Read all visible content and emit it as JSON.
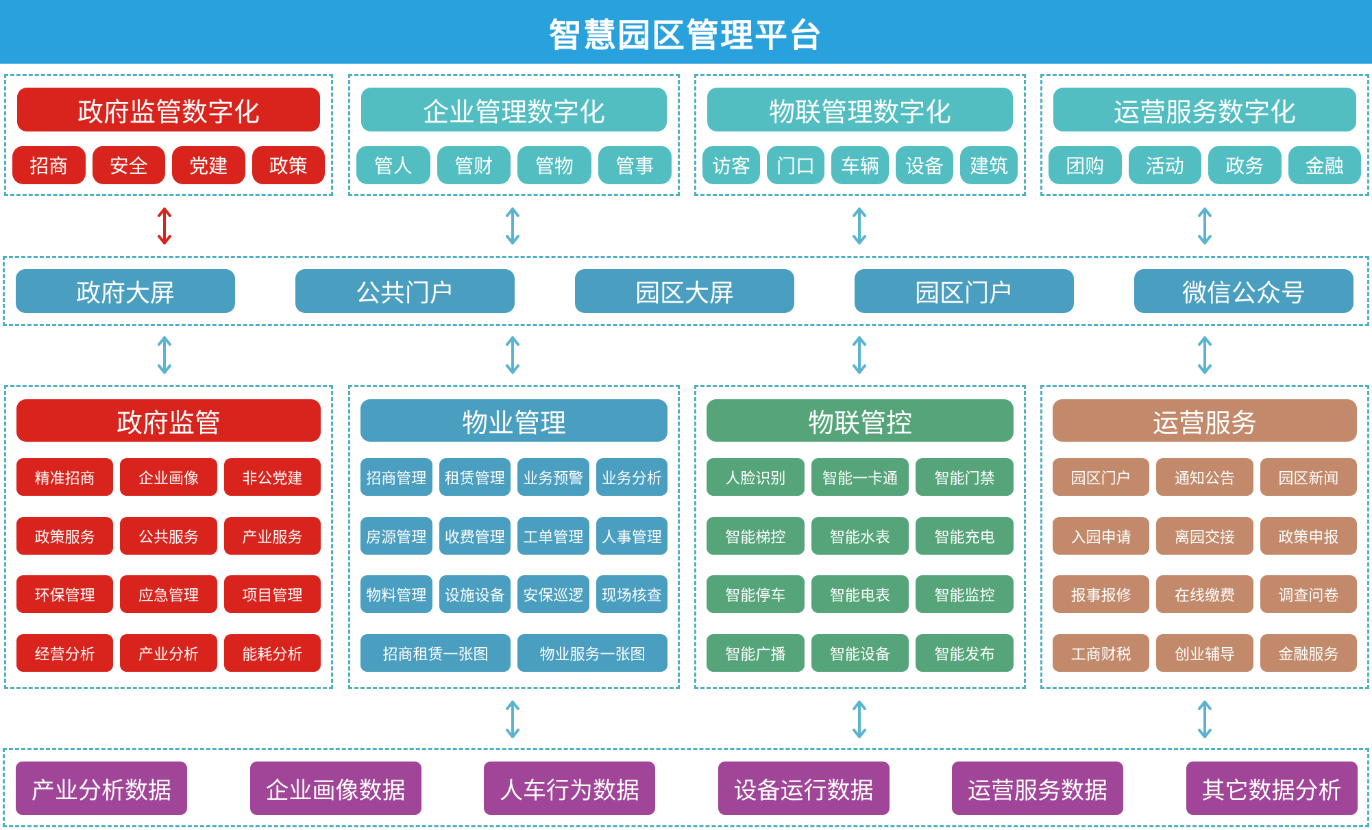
{
  "title": "智慧园区管理平台",
  "colors": {
    "banner": "#29a1dd",
    "red": "#d9241d",
    "teal": "#52bec2",
    "blue": "#4a9ec0",
    "green": "#56a57a",
    "brown": "#c2896a",
    "purple": "#a04597",
    "dashed_border": "#4eafc2",
    "arrow_red": "#d9241d",
    "arrow_blue": "#5ab4d0"
  },
  "top_groups": [
    {
      "title": "政府监管数字化",
      "color": "red",
      "items": [
        "招商",
        "安全",
        "党建",
        "政策"
      ]
    },
    {
      "title": "企业管理数字化",
      "color": "teal",
      "items": [
        "管人",
        "管财",
        "管物",
        "管事"
      ]
    },
    {
      "title": "物联管理数字化",
      "color": "teal",
      "items": [
        "访客",
        "门口",
        "车辆",
        "设备",
        "建筑"
      ]
    },
    {
      "title": "运营服务数字化",
      "color": "teal",
      "items": [
        "团购",
        "活动",
        "政务",
        "金融"
      ]
    }
  ],
  "portals": [
    "政府大屏",
    "公共门户",
    "园区大屏",
    "园区门户",
    "微信公众号"
  ],
  "module_groups": [
    {
      "title": "政府监管",
      "color": "red",
      "items": [
        "精准招商",
        "企业画像",
        "非公党建",
        "政策服务",
        "公共服务",
        "产业服务",
        "环保管理",
        "应急管理",
        "项目管理",
        "经营分析",
        "产业分析",
        "能耗分析"
      ]
    },
    {
      "title": "物业管理",
      "color": "blue",
      "items": [
        "招商管理",
        "租赁管理",
        "业务预警",
        "业务分析",
        "房源管理",
        "收费管理",
        "工单管理",
        "人事管理",
        "物料管理",
        "设施设备",
        "安保巡逻",
        "现场核查"
      ],
      "wide_items": [
        "招商租赁一张图",
        "物业服务一张图"
      ]
    },
    {
      "title": "物联管控",
      "color": "green",
      "items": [
        "人脸识别",
        "智能一卡通",
        "智能门禁",
        "智能梯控",
        "智能水表",
        "智能充电",
        "智能停车",
        "智能电表",
        "智能监控",
        "智能广播",
        "智能设备",
        "智能发布"
      ]
    },
    {
      "title": "运营服务",
      "color": "brown",
      "items": [
        "园区门户",
        "通知公告",
        "园区新闻",
        "入园申请",
        "离园交接",
        "政策申报",
        "报事报修",
        "在线缴费",
        "调查问卷",
        "工商财税",
        "创业辅导",
        "金融服务"
      ]
    }
  ],
  "data_items": [
    "产业分析数据",
    "企业画像数据",
    "人车行为数据",
    "设备运行数据",
    "运营服务数据",
    "其它数据分析"
  ]
}
